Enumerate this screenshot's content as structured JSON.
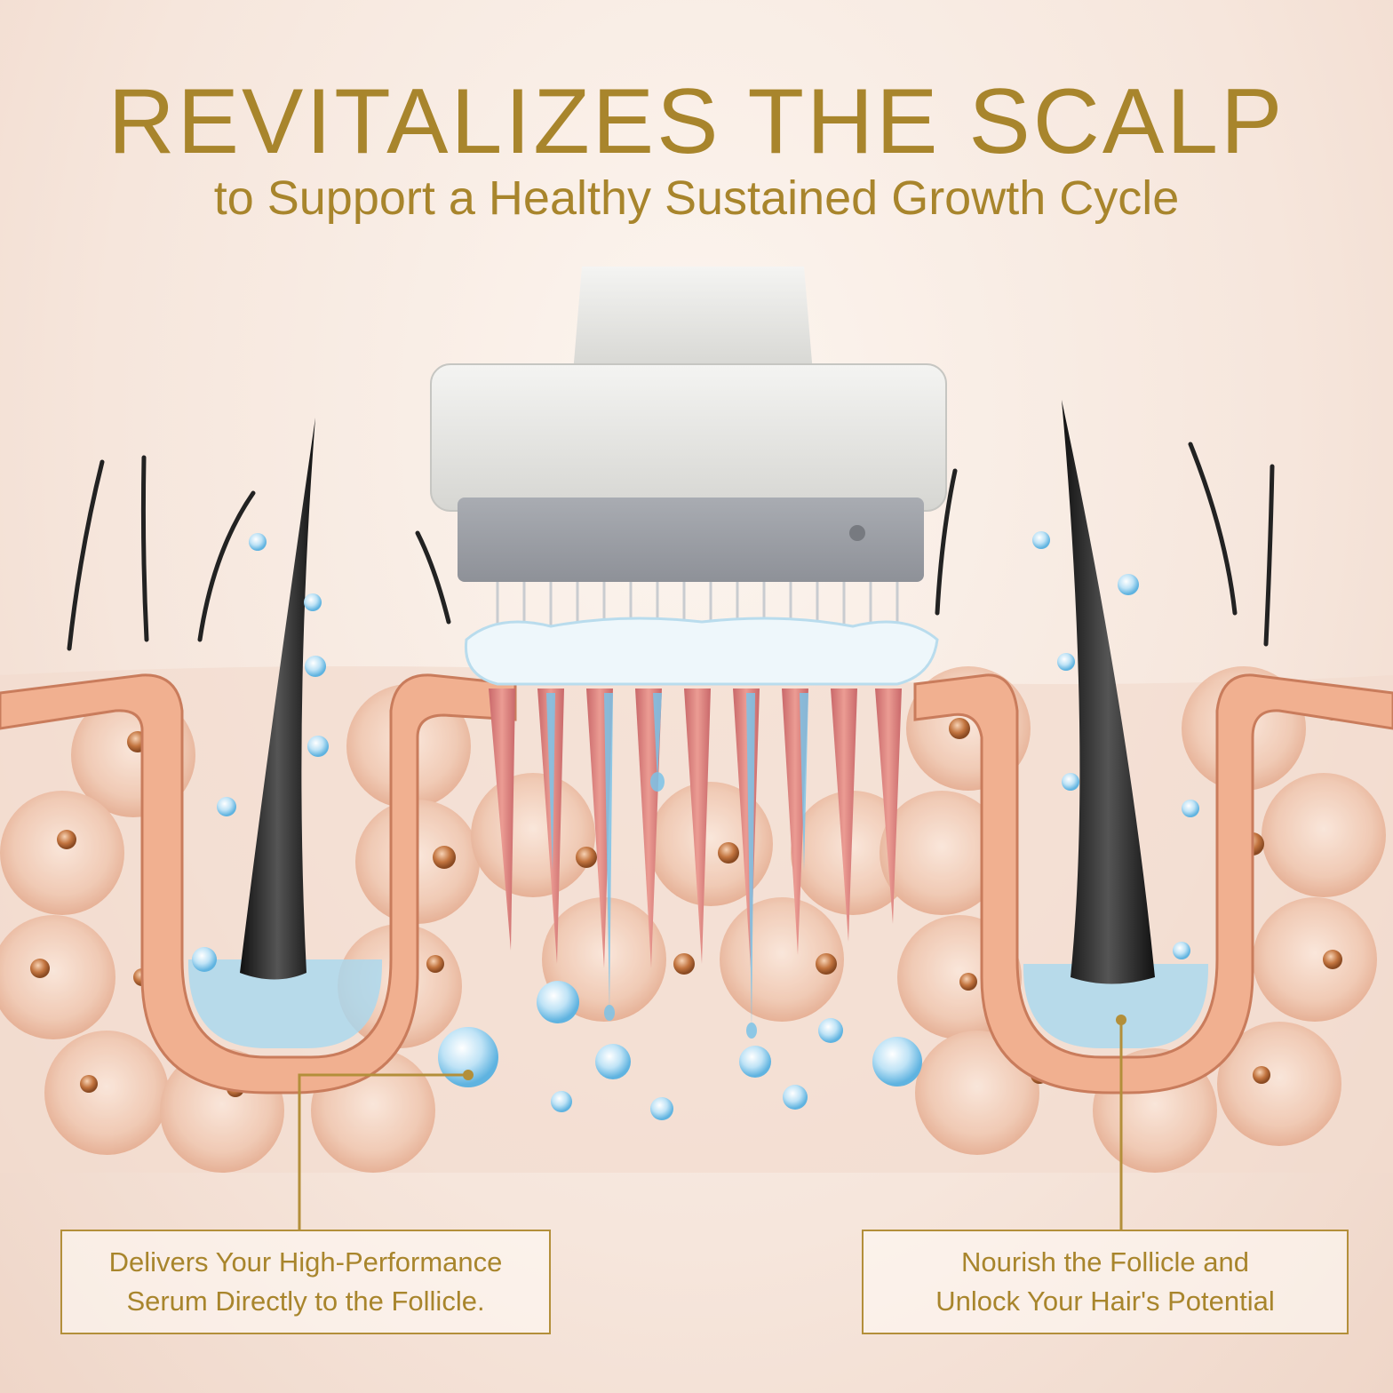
{
  "header": {
    "title": "REVITALIZES THE SCALP",
    "subtitle": "to Support a Healthy Sustained Growth Cycle"
  },
  "callouts": {
    "left": {
      "line1": "Delivers Your High-Performance",
      "line2": "Serum Directly to the Follicle."
    },
    "right": {
      "line1": "Nourish the Follicle and",
      "line2": "Unlock Your Hair's Potential"
    }
  },
  "colors": {
    "accent_gold": "#a8852c",
    "skin": "#f2b796",
    "serum_blue": "#7cc3e8",
    "device_silver": "#dcdcd8"
  }
}
